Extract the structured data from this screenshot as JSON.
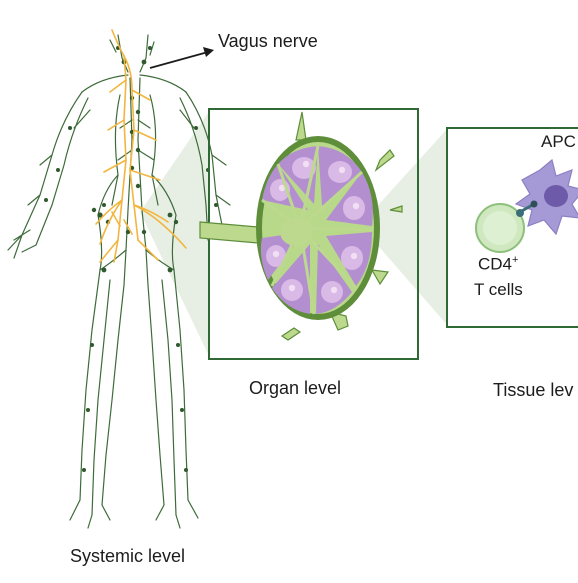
{
  "labels": {
    "vagus_nerve": "Vagus nerve",
    "organ_level": "Organ level",
    "tissue_level": "Tissue lev",
    "systemic_level": "Systemic level",
    "apc": "APC",
    "cd4": "CD4",
    "cd4_superscript": "+",
    "t_cells": "T cells"
  },
  "colors": {
    "lymph_vessel": "#3e6b3a",
    "lymph_node_dot": "#2f5a2e",
    "vagus_nerve": "#f2b640",
    "panel_border": "#2f6a34",
    "zoom_wedge": "#e3ece1",
    "node_capsule": "#5e8e3a",
    "node_medulla": "#b9d98a",
    "lobule_outer": "#b48fd0",
    "lobule_inner": "#d9b9e6",
    "lobule_nucleus": "#f2dff4",
    "apc_cell": "#a69ad6",
    "apc_nucleus": "#6d5aa8",
    "t_cell": "#cfe8c0",
    "t_cell_border": "#8dc07a"
  }
}
